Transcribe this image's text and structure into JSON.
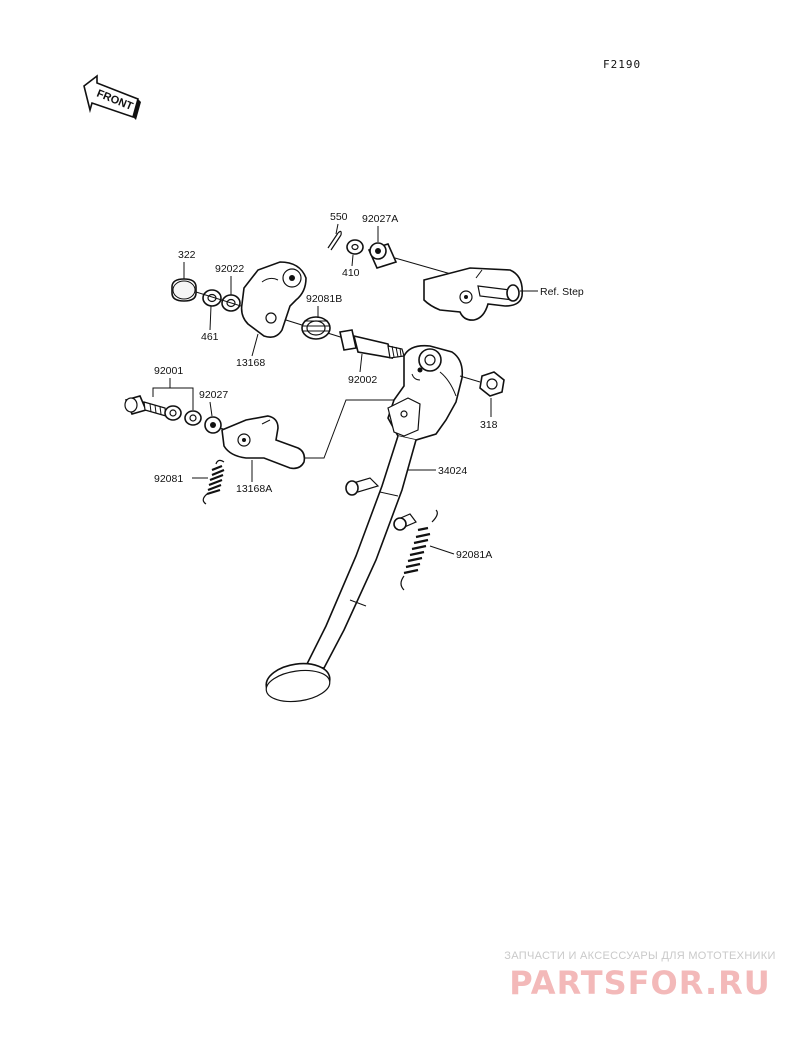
{
  "diagram_code": "F2190",
  "front_label": "FRONT",
  "parts": {
    "p550": "550",
    "p92027A": "92027A",
    "p410": "410",
    "p322": "322",
    "p92022": "92022",
    "p461": "461",
    "p13168": "13168",
    "p92081B": "92081B",
    "p92002": "92002",
    "ref_step": "Ref. Step",
    "p318": "318",
    "p92001": "92001",
    "p92027": "92027",
    "p92081": "92081",
    "p13168A": "13168A",
    "p34024": "34024",
    "p92081A": "92081A"
  },
  "watermark": {
    "tagline": "ЗАПЧАСТИ И АКСЕССУАРЫ ДЛЯ МОТОТЕХНИКИ",
    "brand": "PARTSFOR.RU"
  }
}
